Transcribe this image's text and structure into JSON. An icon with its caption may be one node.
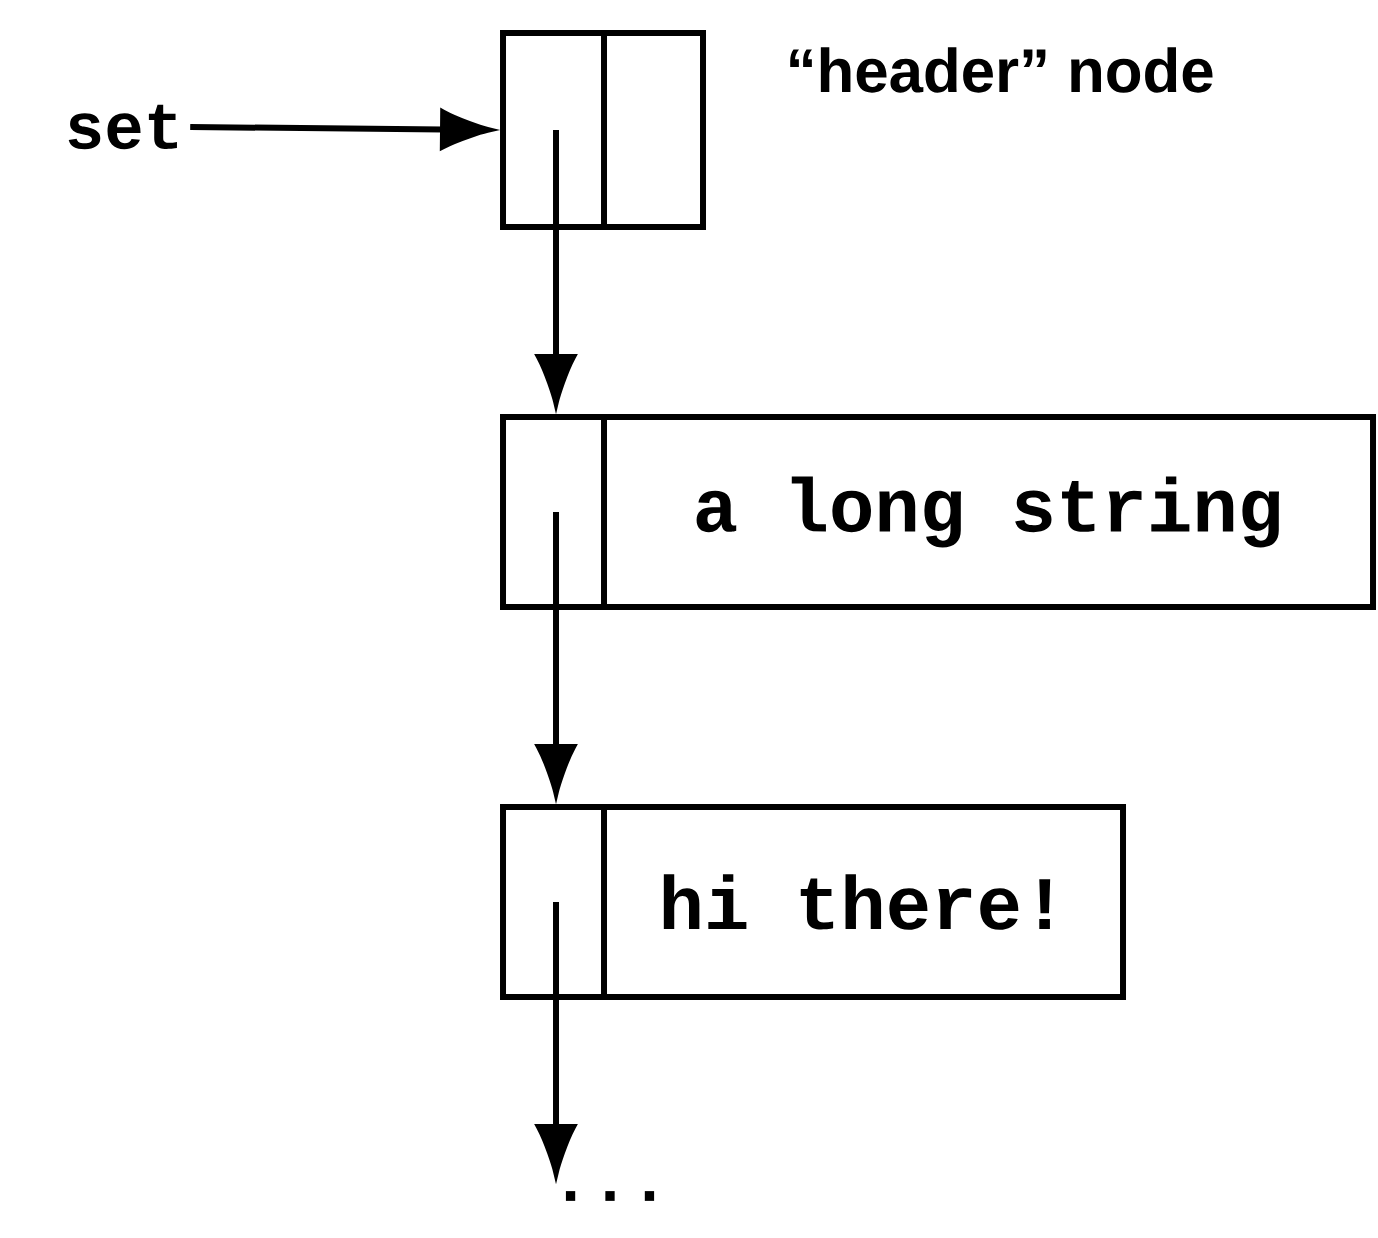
{
  "diagram": {
    "nodes": [
      {
        "text": [
          "set"
        ]
      },
      {
        "text": [],
        "shape": "box",
        "beside": [
          "“header” node"
        ]
      },
      {
        "text": [
          "a long string"
        ]
      },
      {
        "text": [
          "hi there!"
        ]
      },
      {
        "text": [
          "..."
        ]
      }
    ],
    "edges": [
      {
        "from": 0,
        "to": 1,
        "arrow": "to"
      },
      {
        "from": 1,
        "to": 2,
        "arrow": "to"
      },
      {
        "from": 2,
        "to": 3,
        "arrow": "to"
      },
      {
        "from": 3,
        "to": 4,
        "arrow": "to"
      }
    ]
  }
}
